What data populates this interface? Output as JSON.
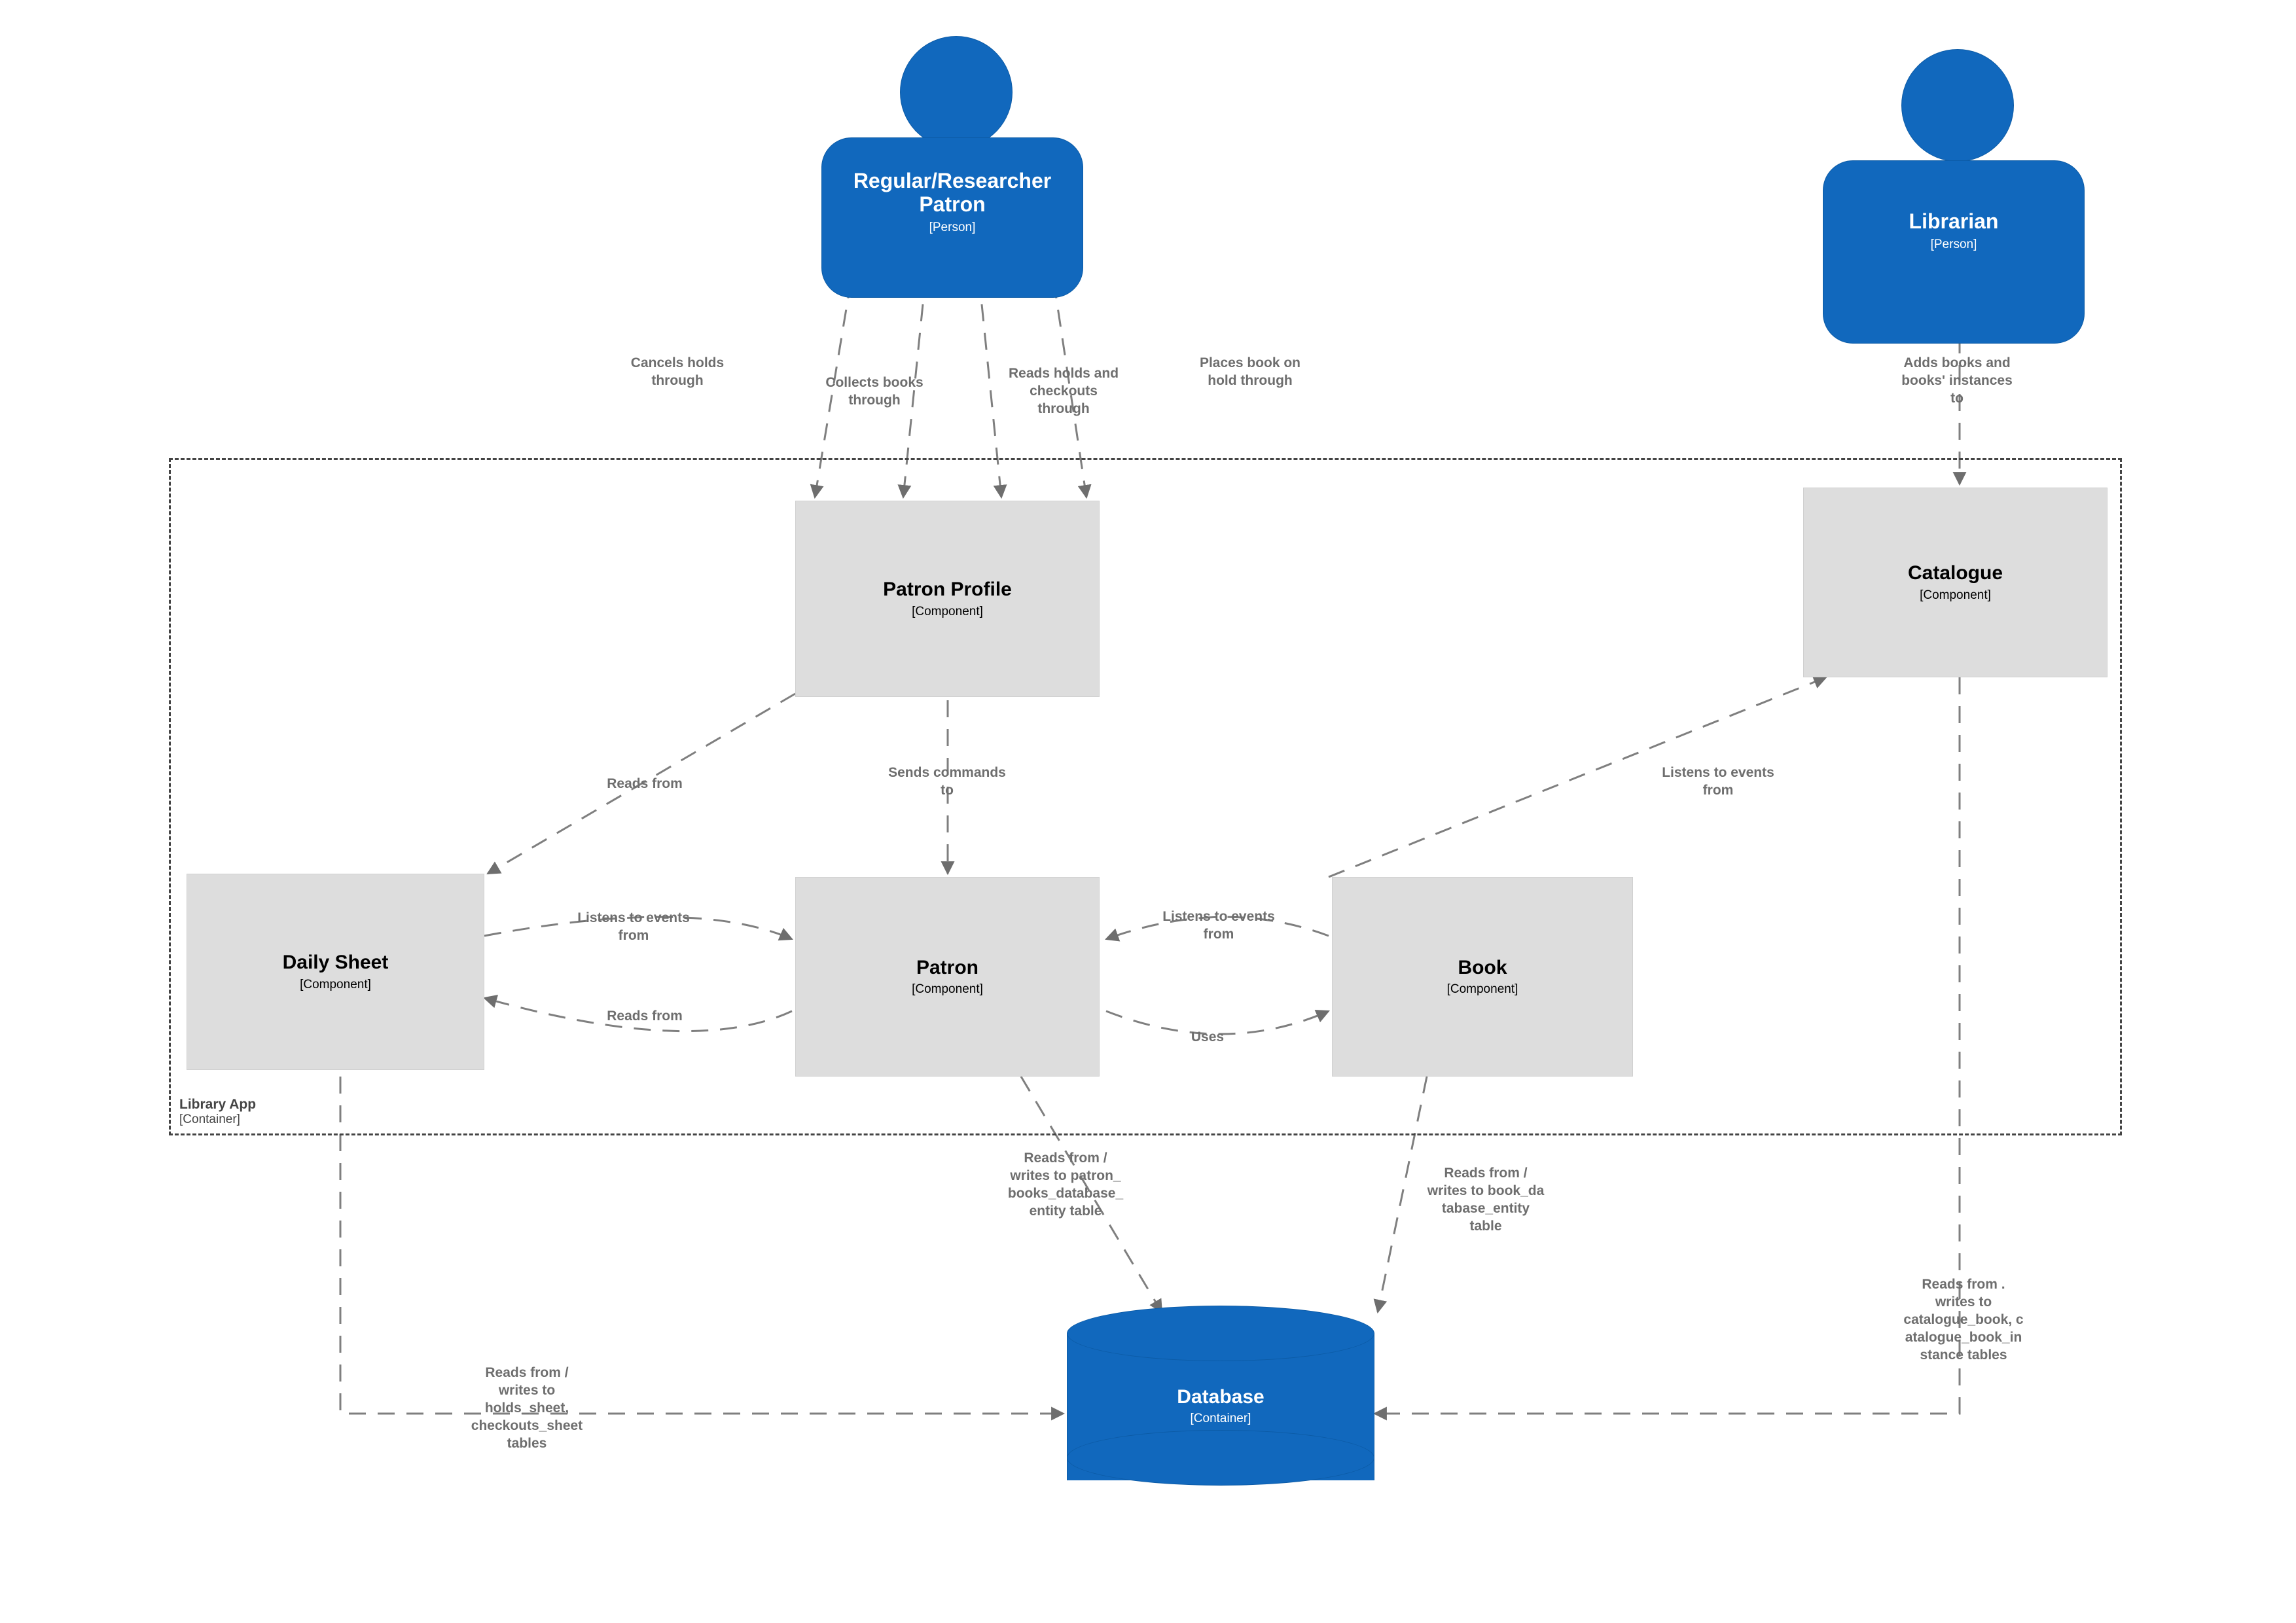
{
  "diagram": {
    "kind": "c4-component-diagram",
    "colors": {
      "person_fill": "#1168BD",
      "component_fill": "#DDDDDD",
      "database_fill": "#1168BD",
      "edge_line": "#7F7F7F",
      "boundary_line": "#444444",
      "edge_label_text": "#6E6E6E"
    }
  },
  "actors": [
    {
      "id": "patron-actor",
      "name": "Regular/Researcher\nPatron",
      "type": "[Person]"
    },
    {
      "id": "librarian-actor",
      "name": "Librarian",
      "type": "[Person]"
    }
  ],
  "boundary": {
    "name": "Library App",
    "type": "[Container]"
  },
  "components": [
    {
      "id": "patron-profile",
      "name": "Patron Profile",
      "type": "[Component]"
    },
    {
      "id": "catalogue",
      "name": "Catalogue",
      "type": "[Component]"
    },
    {
      "id": "daily-sheet",
      "name": "Daily Sheet",
      "type": "[Component]"
    },
    {
      "id": "patron",
      "name": "Patron",
      "type": "[Component]"
    },
    {
      "id": "book",
      "name": "Book",
      "type": "[Component]"
    }
  ],
  "datastores": [
    {
      "id": "database",
      "name": "Database",
      "type": "[Container]"
    }
  ],
  "relationships": [
    {
      "id": "r1",
      "from": "patron-actor",
      "to": "patron-profile",
      "label": "Cancels holds\nthrough"
    },
    {
      "id": "r2",
      "from": "patron-actor",
      "to": "patron-profile",
      "label": "Collects books\nthrough"
    },
    {
      "id": "r3",
      "from": "patron-actor",
      "to": "patron-profile",
      "label": "Reads holds and\ncheckouts\nthrough"
    },
    {
      "id": "r4",
      "from": "patron-actor",
      "to": "patron-profile",
      "label": "Places book on\nhold through"
    },
    {
      "id": "r5",
      "from": "librarian-actor",
      "to": "catalogue",
      "label": "Adds books and\nbooks' instances\nto"
    },
    {
      "id": "r6",
      "from": "patron-profile",
      "to": "daily-sheet",
      "label": "Reads from"
    },
    {
      "id": "r7",
      "from": "patron-profile",
      "to": "patron",
      "label": "Sends commands\nto"
    },
    {
      "id": "r8",
      "from": "daily-sheet",
      "to": "patron",
      "label": "Listens to events\nfrom"
    },
    {
      "id": "r9",
      "from": "patron",
      "to": "daily-sheet",
      "label": "Reads from"
    },
    {
      "id": "r10",
      "from": "book",
      "to": "patron",
      "label": "Listens to events\nfrom"
    },
    {
      "id": "r11",
      "from": "patron",
      "to": "book",
      "label": "Uses"
    },
    {
      "id": "r12",
      "from": "book",
      "to": "catalogue",
      "label": "Listens to events\nfrom"
    },
    {
      "id": "r13",
      "from": "patron",
      "to": "database",
      "label": "Reads from /\nwrites to patron_\nbooks_database_\nentity table"
    },
    {
      "id": "r14",
      "from": "book",
      "to": "database",
      "label": "Reads from /\nwrites to book_da\ntabase_entity\ntable"
    },
    {
      "id": "r15",
      "from": "catalogue",
      "to": "database",
      "label": "Reads from .\nwrites to\ncatalogue_book, c\natalogue_book_in\nstance tables"
    },
    {
      "id": "r16",
      "from": "daily-sheet",
      "to": "database",
      "label": "Reads from /\nwrites to\nholds_sheet,\ncheckouts_sheet\ntables"
    }
  ]
}
